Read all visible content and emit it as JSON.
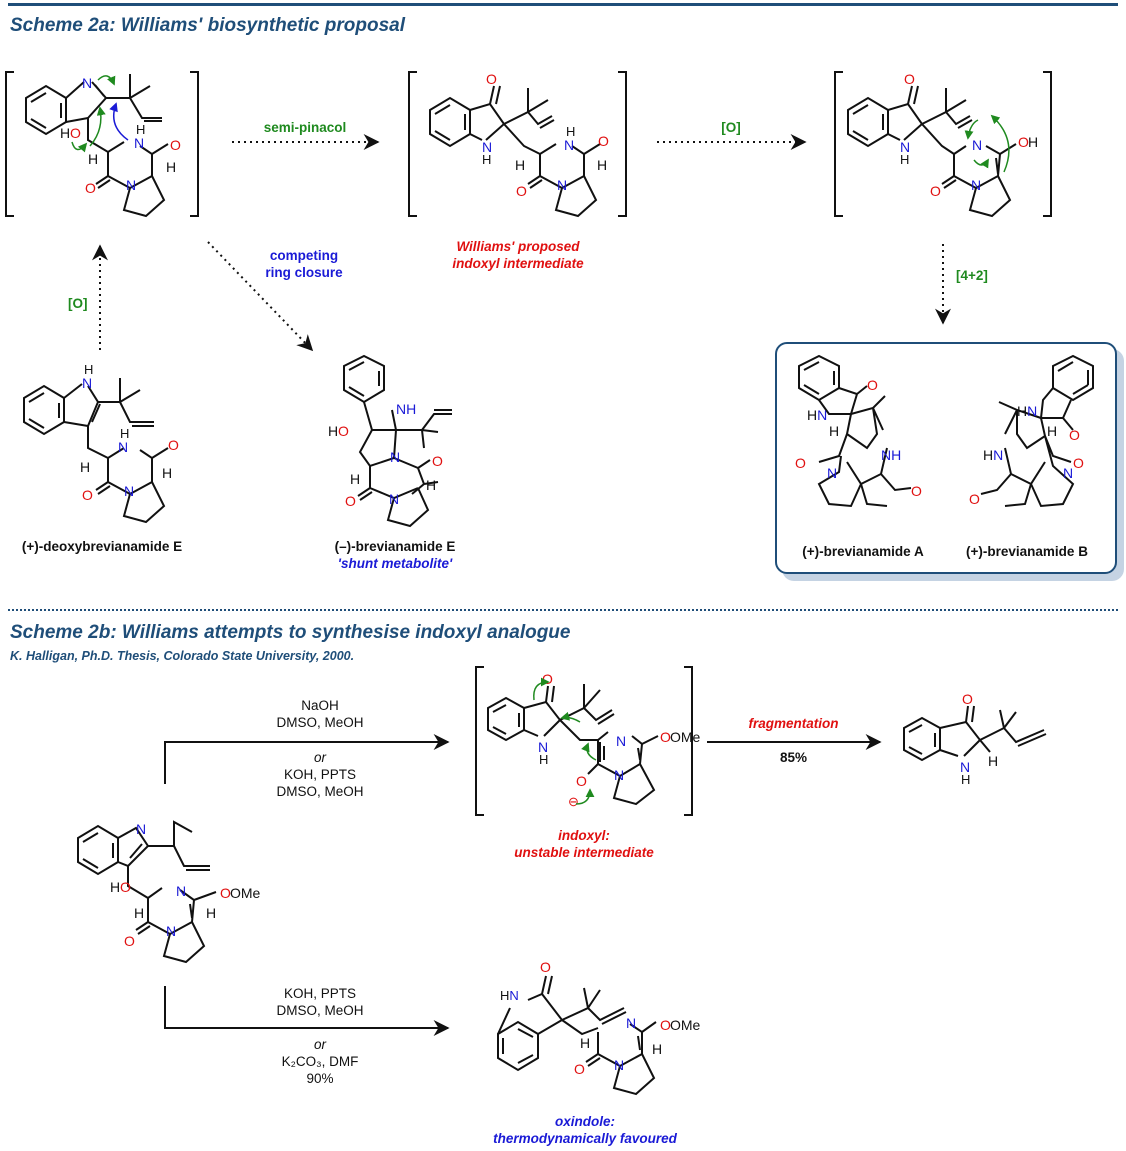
{
  "scheme_2a": {
    "title": "Scheme 2a: Williams' biosynthetic proposal",
    "arrows": {
      "semi_pinacol": "semi-pinacol",
      "oxidation_top": "[O]",
      "oxidation_left": "[O]",
      "diels_alder": "[4+2]",
      "competing": [
        "competing",
        "ring closure"
      ]
    },
    "compounds": {
      "hydroxyindolenine": {
        "atoms": [
          "N",
          "HO",
          "H",
          "N",
          "O",
          "O",
          "N",
          "H"
        ]
      },
      "indoxyl_intermediate": {
        "caption": [
          "Williams' proposed",
          "indoxyl intermediate"
        ]
      },
      "azadiene": {
        "atoms": [
          "O",
          "N",
          "H",
          "N",
          "OH",
          "O",
          "N"
        ]
      },
      "deoxybrevianamide_e": {
        "name": "(+)-deoxybrevianamide E"
      },
      "brevianamide_e": {
        "name": "(–)-brevianamide E",
        "note": "'shunt metabolite'"
      },
      "brevianamide_a": {
        "name": "(+)-brevianamide A"
      },
      "brevianamide_b": {
        "name": "(+)-brevianamide B"
      }
    }
  },
  "scheme_2b": {
    "title": "Scheme 2b: Williams attempts to synthesise indoxyl analogue",
    "reference": "K. Halligan, Ph.D. Thesis, Colorado State University, 2000.",
    "upper_conditions": {
      "above": [
        "NaOH",
        "DMSO, MeOH"
      ],
      "or": "or",
      "below": [
        "KOH, PPTS",
        "DMSO, MeOH"
      ]
    },
    "lower_conditions": {
      "above": [
        "KOH, PPTS",
        "DMSO, MeOH"
      ],
      "or": "or",
      "below_reagent": "K₂CO₃, DMF",
      "yield": "90%"
    },
    "fragmentation": {
      "label": "fragmentation",
      "yield": "85%"
    },
    "indoxyl_caption": [
      "indoxyl:",
      "unstable intermediate"
    ],
    "oxindole_caption": [
      "oxindole:",
      "thermodynamically favoured"
    ],
    "atom_labels": {
      "OMe": "OMe",
      "charge": "⊖"
    }
  },
  "colors": {
    "heading": "#1f4e79",
    "reagent_green": "#1f8a1f",
    "note_blue": "#1a1ad6",
    "note_red": "#e01010",
    "oxygen": "#e01010",
    "nitrogen": "#1a1ad6"
  }
}
